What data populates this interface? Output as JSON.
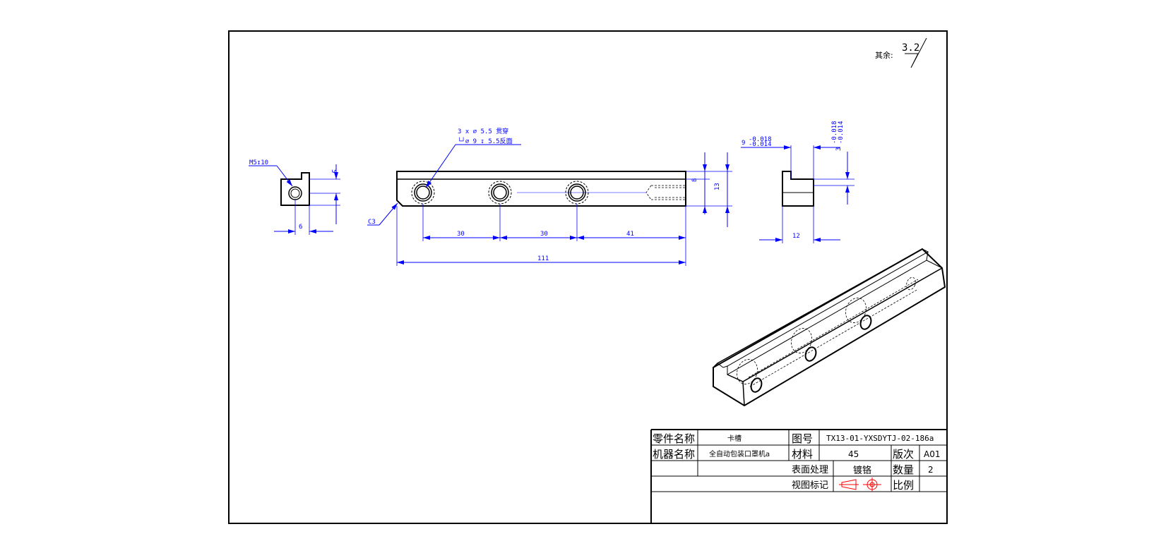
{
  "surface_note": {
    "label": "其余:",
    "roughness": "3.2"
  },
  "left_view": {
    "thread_callout": "M5↧10",
    "dim_height": "5",
    "dim_width": "6"
  },
  "front_view": {
    "hole_callout_line1": "3 x  ⌀ 5.5  贯穿",
    "hole_callout_line2": "└┘⌀ 9 ↧ 5.5反面",
    "chamfer": "C3",
    "dim_spacing_1": "30",
    "dim_spacing_2": "30",
    "dim_spacing_3": "41",
    "dim_overall": "111",
    "dim_8": "8",
    "dim_13": "13"
  },
  "right_view": {
    "tol_slot_width": "9 -0.018\n  -0.014",
    "tol_slot_a": "9",
    "tol_slot_upper": "-0.018",
    "tol_slot_lower": "-0.014",
    "tol_depth_upper": "-0.018",
    "tol_depth_lower": "-0.014",
    "tol_depth_nom": "3",
    "dim_width": "12"
  },
  "title_block": {
    "part_name_label": "零件名称",
    "part_name": "卡槽",
    "drawing_no_label": "图号",
    "drawing_no": "TX13-01-YXSDYTJ-02-186a",
    "machine_name_label": "机器名称",
    "machine_name": "全自动包装口罩机a",
    "material_label": "材料",
    "material": "45",
    "version_label": "版次",
    "version": "A01",
    "surface_label": "表面处理",
    "surface": "镀铬",
    "qty_label": "数量",
    "qty": "2",
    "view_label": "视图标记",
    "scale_label": "比例",
    "scale": ""
  }
}
